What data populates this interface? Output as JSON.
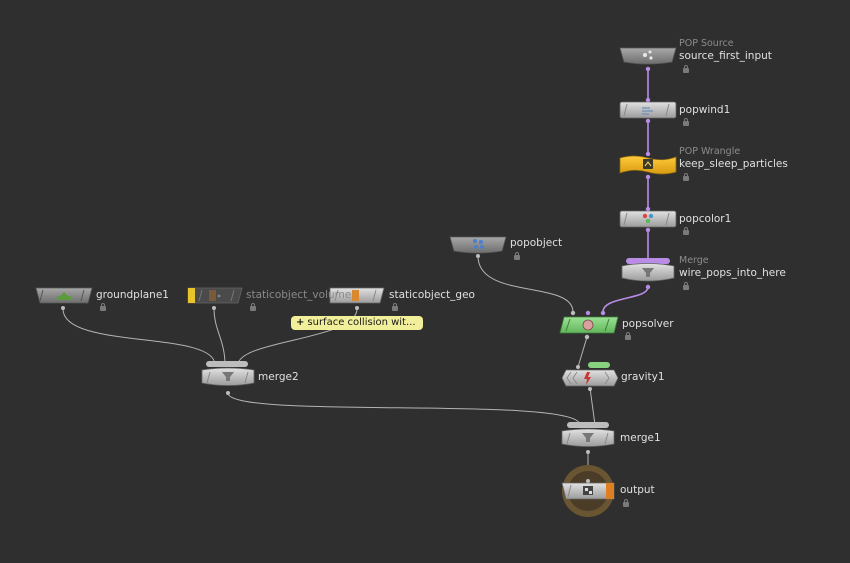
{
  "nodes": {
    "source_first_input": {
      "type_label": "POP Source",
      "name": "source_first_input"
    },
    "popwind1": {
      "name": "popwind1"
    },
    "keep_sleep_particles": {
      "type_label": "POP Wrangle",
      "name": "keep_sleep_particles"
    },
    "popcolor1": {
      "name": "popcolor1"
    },
    "wire_pops_into_here": {
      "type_label": "Merge",
      "name": "wire_pops_into_here"
    },
    "popobject": {
      "name": "popobject"
    },
    "popsolver": {
      "name": "popsolver"
    },
    "gravity1": {
      "name": "gravity1"
    },
    "groundplane1": {
      "name": "groundplane1"
    },
    "staticobject_volume": {
      "name": "staticobject_volume"
    },
    "staticobject_geo": {
      "name": "staticobject_geo"
    },
    "merge2": {
      "name": "merge2"
    },
    "merge1": {
      "name": "merge1"
    },
    "output": {
      "name": "output"
    }
  },
  "comment": {
    "icon": "plus-icon",
    "text": "surface collision wit..."
  },
  "colors": {
    "background": "#2f2f2f",
    "node_gray": "#cfcfcf",
    "wrangle_yellow": "#f2b21f",
    "solver_green": "#86d27f",
    "pop_wire": "#b98ce6",
    "dop_wire": "#b8b8b8",
    "output_ring": "#6a5532",
    "display_flag": "#e07e22"
  }
}
